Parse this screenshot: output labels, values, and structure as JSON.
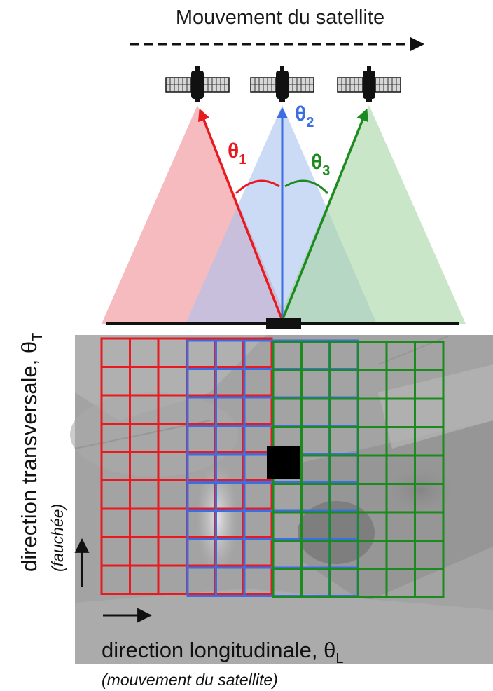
{
  "title": "Mouvement du satellite",
  "labels": {
    "transverse": "direction transversale, θ",
    "transverse_sub": "T",
    "swath": "(fauchée)",
    "longitudinal": "direction longitudinale, θ",
    "longitudinal_sub": "L",
    "longitudinal_note": "(mouvement du satellite)"
  },
  "views": [
    {
      "symbol": "θ",
      "index": "1",
      "color": "#e8191f",
      "cone_color": "#f4a8ac"
    },
    {
      "symbol": "θ",
      "index": "2",
      "color": "#3b6de3",
      "cone_color": "#a9c1ef"
    },
    {
      "symbol": "θ",
      "index": "3",
      "color": "#1c8a1e",
      "cone_color": "#a7d5a4"
    }
  ],
  "grid": {
    "columns": 6,
    "rows": 9
  }
}
